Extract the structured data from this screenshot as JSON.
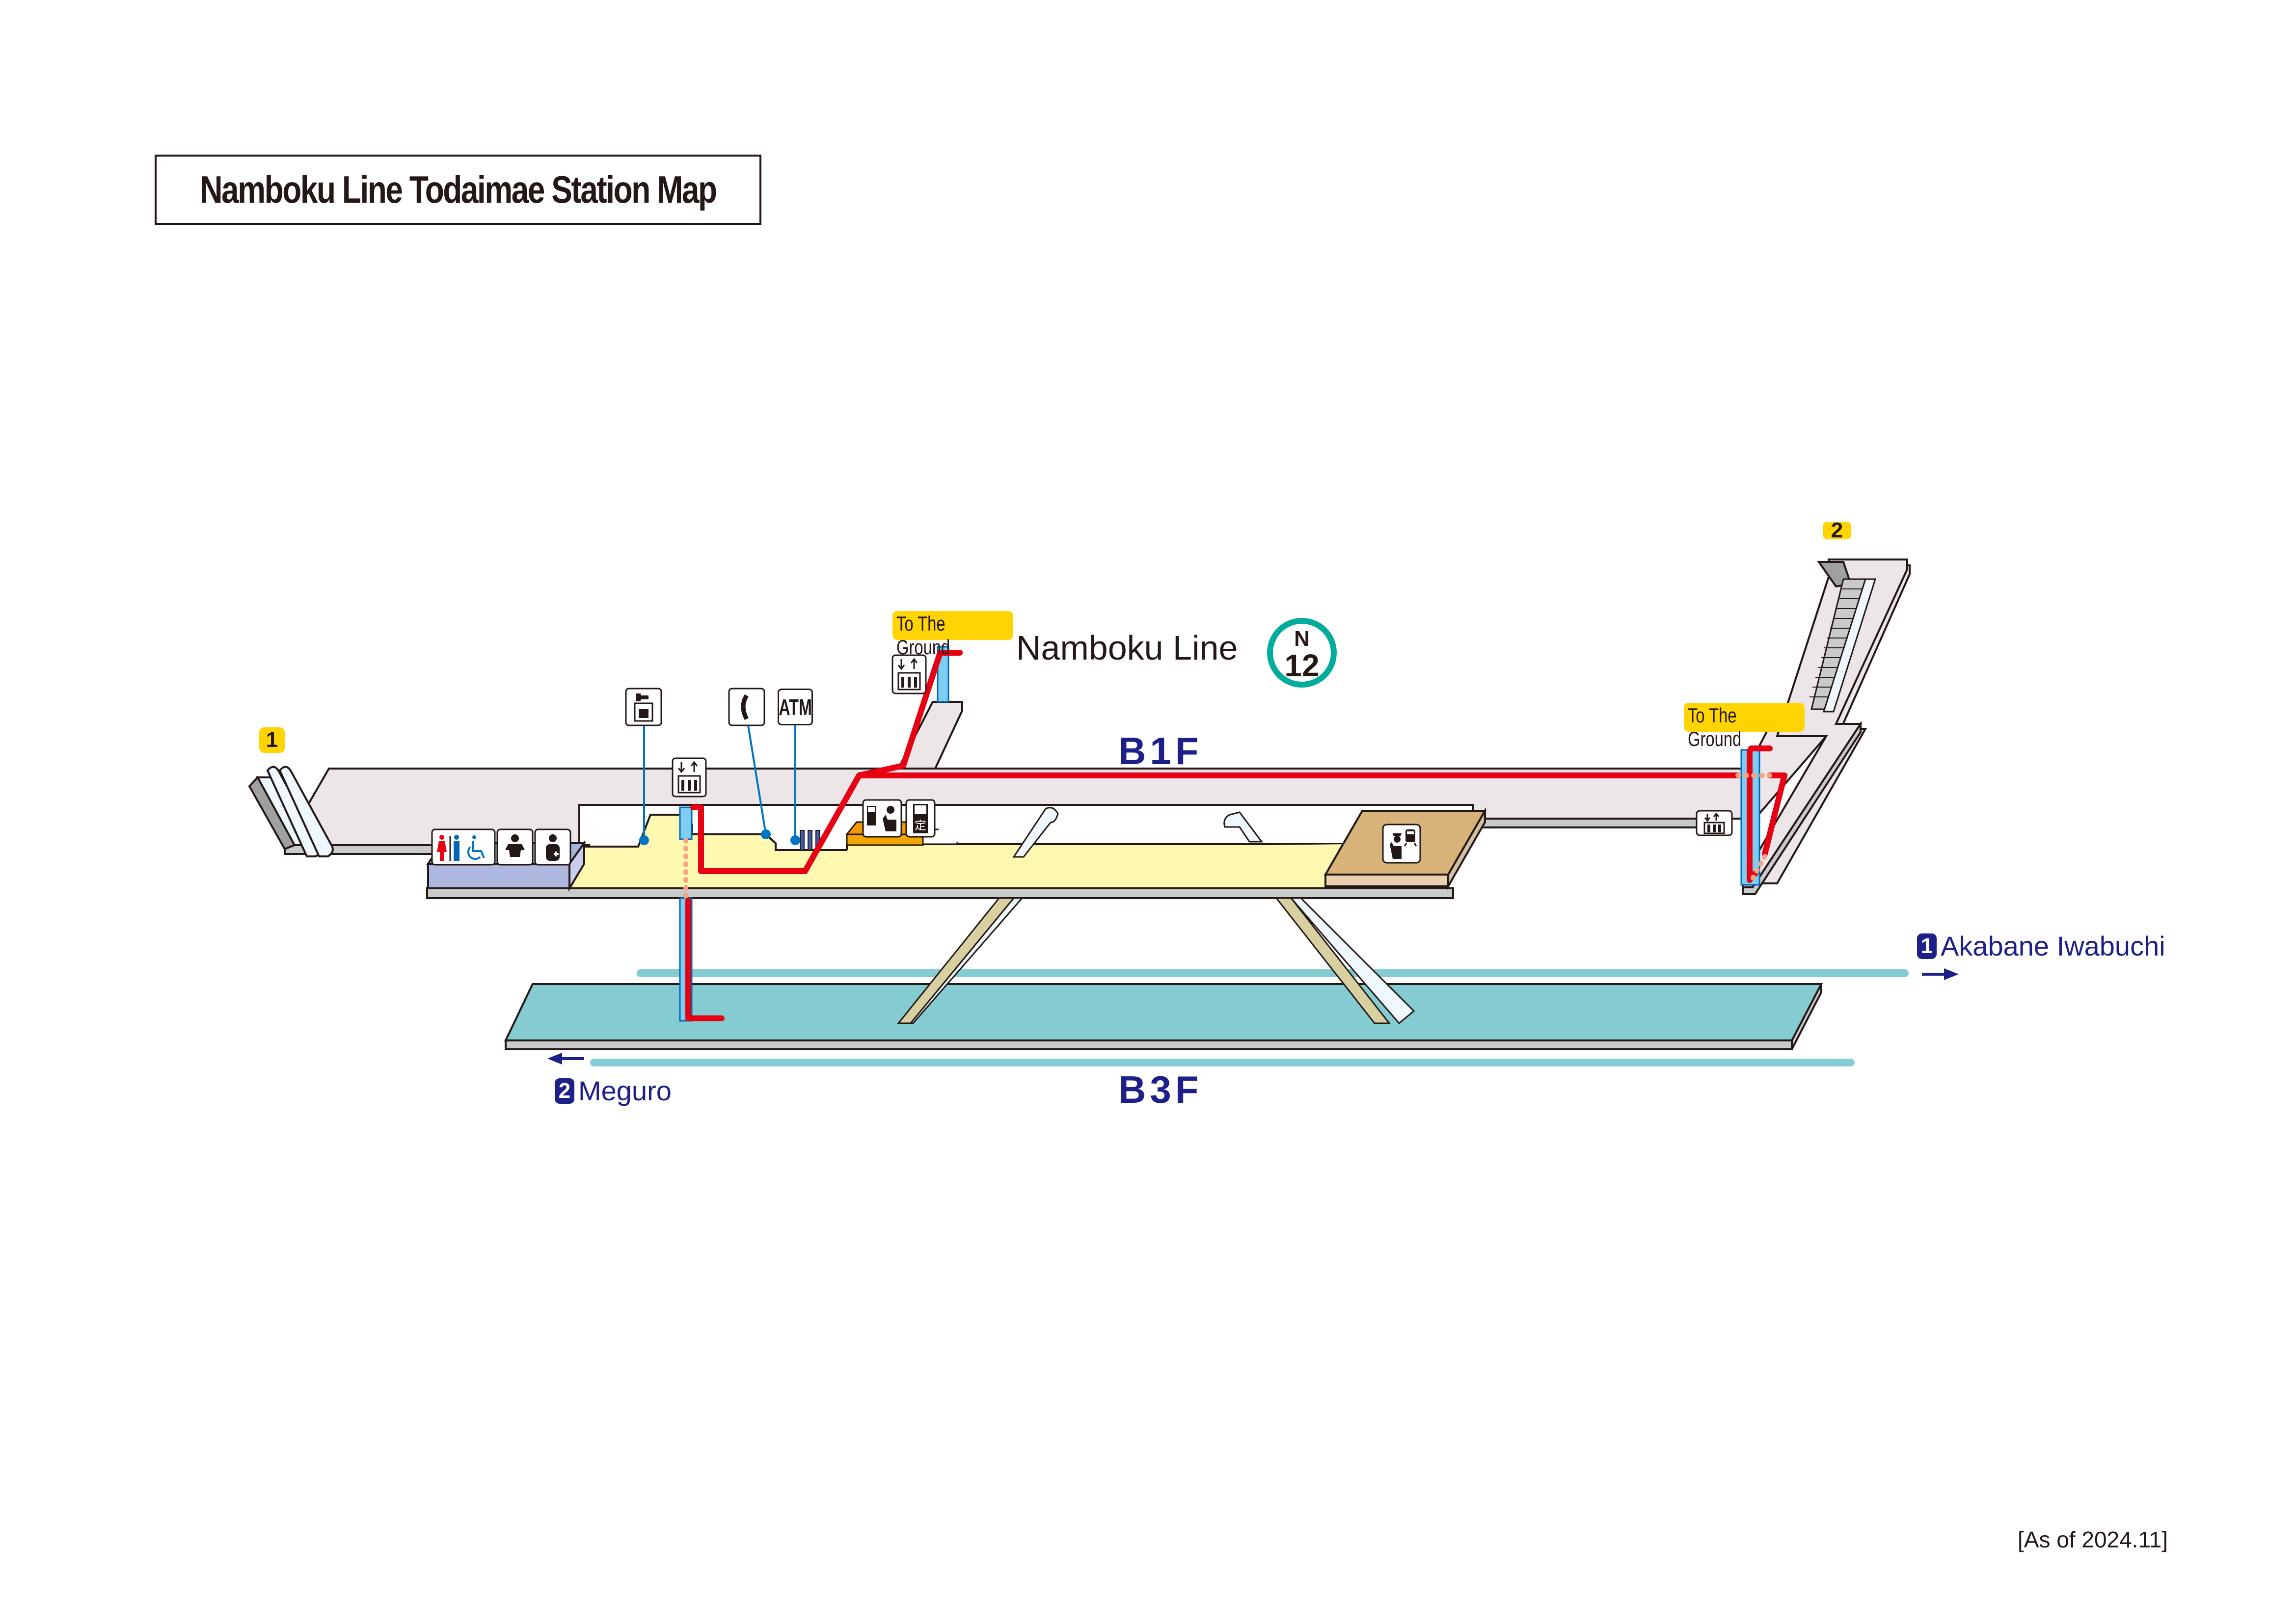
{
  "title": "Namboku Line Todaimae Station Map",
  "line": {
    "name": "Namboku Line",
    "code_letter": "N",
    "code_number": "12",
    "color": "#00ac9b"
  },
  "floors": {
    "b1f": "B1F",
    "b3f": "B3F"
  },
  "exits": [
    {
      "number": "1"
    },
    {
      "number": "2"
    }
  ],
  "to_ground_labels": [
    "To The Ground",
    "To The Ground"
  ],
  "directions": {
    "northbound": {
      "track": "1",
      "destination": "Akabane Iwabuchi",
      "arrow": "→"
    },
    "southbound": {
      "track": "2",
      "destination": "Meguro",
      "arrow": "←"
    }
  },
  "facilities": {
    "coin_locker": "coin-locker-icon",
    "telephone": "telephone-icon",
    "atm": "ATM",
    "elevator": "elevator-icon",
    "restrooms": "restroom-icon",
    "baby_care": "baby-care-icon",
    "first_aid": "first-aid-icon",
    "fare_adjustment": "fare-adjustment-icon",
    "commuter_pass": "定",
    "station_office": "station-office-icon"
  },
  "colors": {
    "unpaid_area": "#ece6e9",
    "paid_area": "#fff8b0",
    "platform": "#84ccd2",
    "accessible_route": "#e60012",
    "elevator_shaft": "#7ecef4",
    "station_office": "#d7b279",
    "ticket_office": "#f0a000",
    "restroom_block": "#a6b5de",
    "exit_badge": "#ffd400",
    "floor_label": "#1d2088"
  },
  "as_of": "[As of 2024.11]"
}
